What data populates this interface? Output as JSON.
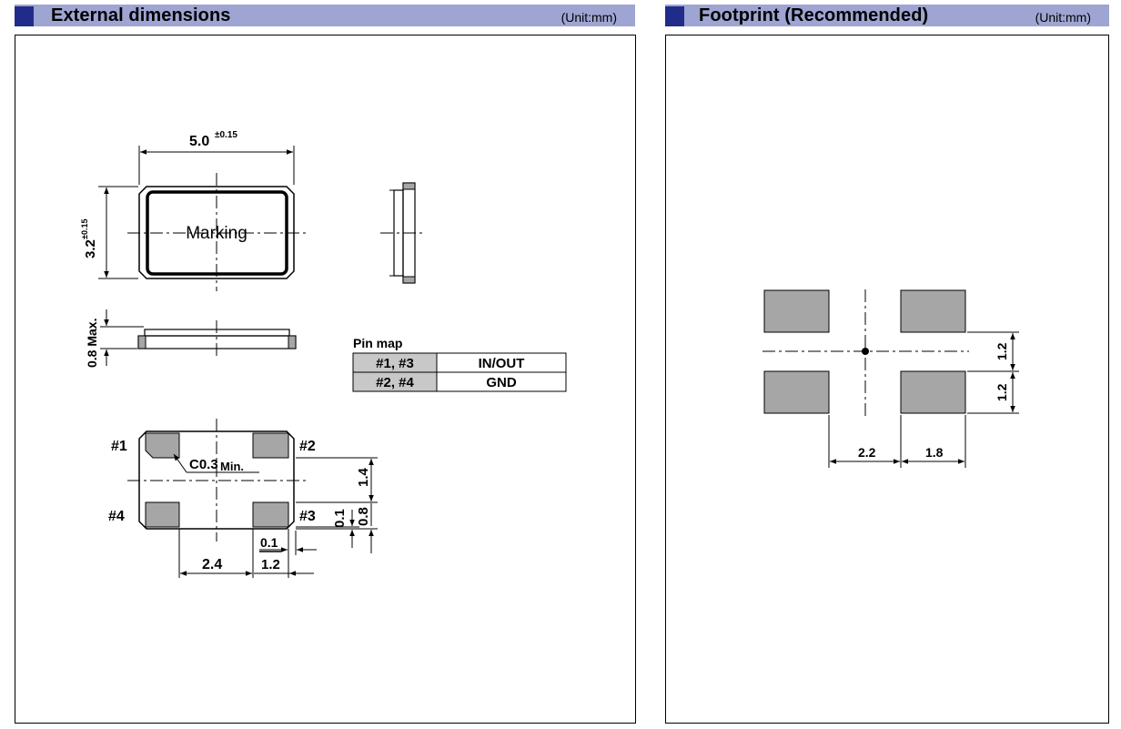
{
  "external": {
    "title": "External dimensions",
    "unit": "(Unit:mm)",
    "width_main": "5.0",
    "width_tol": "±0.15",
    "height_main": "3.2",
    "height_tol": "±0.15",
    "marking": "Marking",
    "thickness": "0.8 Max.",
    "pin_labels": [
      "#1",
      "#2",
      "#3",
      "#4"
    ],
    "chamfer": "C0.3",
    "chamfer_min": "Min.",
    "dim_1_4": "1.4",
    "dim_0_1_right": "0.1",
    "dim_0_8": "0.8",
    "dim_2_4": "2.4",
    "dim_0_1_bottom": "0.1",
    "dim_1_2": "1.2"
  },
  "pinmap": {
    "title": "Pin map",
    "rows": [
      {
        "pins": "#1, #3",
        "function": "IN/OUT"
      },
      {
        "pins": "#2, #4",
        "function": "GND"
      }
    ]
  },
  "footprint": {
    "title": "Footprint (Recommended)",
    "unit": "(Unit:mm)",
    "dim_1_2_top": "1.2",
    "dim_1_2_bottom": "1.2",
    "dim_2_2": "2.2",
    "dim_1_8": "1.8"
  },
  "colors": {
    "header_bar": "#9ea5d2",
    "header_square": "#212c8a",
    "pad_fill": "#a6a6a6",
    "pinmap_label_fill": "#c8c8c8"
  }
}
